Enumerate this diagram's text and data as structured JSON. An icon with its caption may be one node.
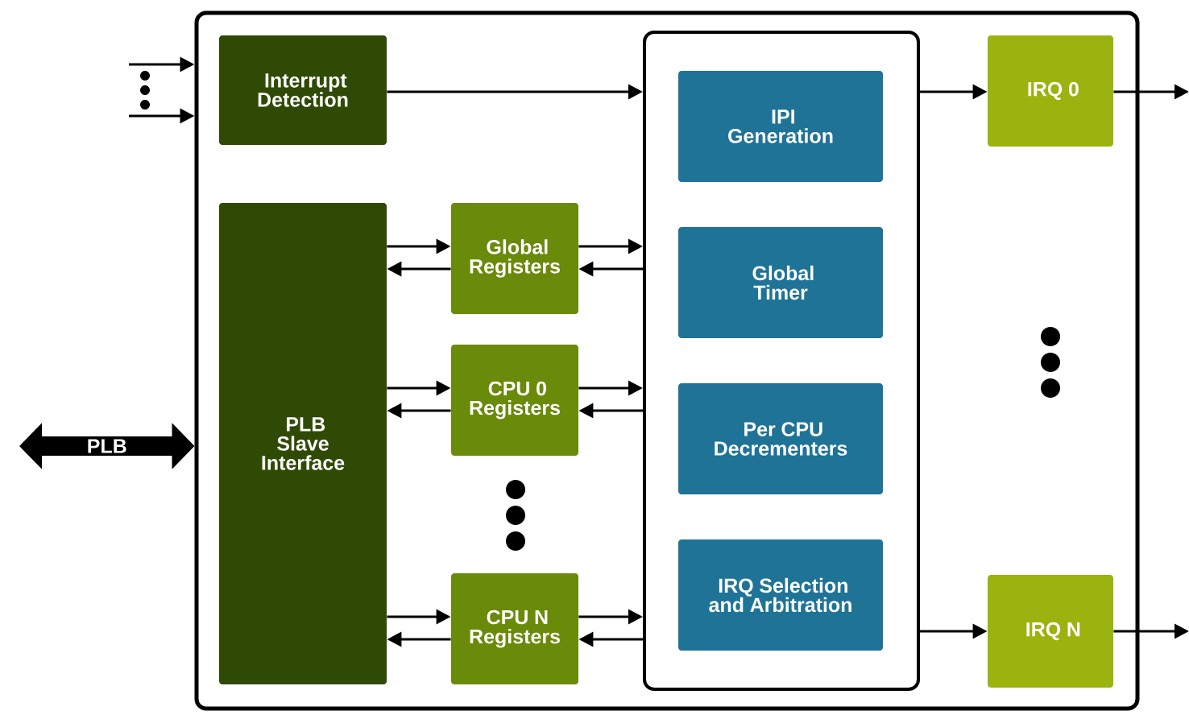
{
  "diagram": {
    "nodes": [
      {
        "text": [],
        "shape": "box"
      },
      {
        "text": [
          "Interrupt Detection"
        ],
        "in": 0
      },
      {
        "text": [
          "PLB Slave Interface"
        ],
        "in": 0
      },
      {
        "text": [
          "Global Registers"
        ],
        "in": 0
      },
      {
        "text": [
          "CPU 0 Registers"
        ],
        "in": 0
      },
      {
        "text": [
          "CPU N Registers"
        ],
        "in": 0
      },
      {
        "text": [],
        "shape": "box",
        "in": 0
      },
      {
        "text": [
          "IPI Generation"
        ],
        "in": 6
      },
      {
        "text": [
          "Global Timer"
        ],
        "in": 6
      },
      {
        "text": [
          "Per CPU Decrementers"
        ],
        "in": 6
      },
      {
        "text": [
          "IRQ Selection and Arbitration"
        ],
        "in": 6
      },
      {
        "text": [
          "IRQ 0"
        ],
        "in": 0
      },
      {
        "text": [
          "IRQ N"
        ],
        "in": 0
      }
    ],
    "edges": [
      {
        "from": null,
        "to": 0,
        "arrow": "to"
      },
      {
        "from": null,
        "to": 0,
        "arrow": "to"
      },
      {
        "from": null,
        "to": 0,
        "arrow": "both",
        "label": "PLB",
        "style": "thick"
      },
      {
        "from": 1,
        "to": 6,
        "arrow": "to"
      },
      {
        "from": 2,
        "to": 3,
        "arrow": "to"
      },
      {
        "from": 3,
        "to": 2,
        "arrow": "to"
      },
      {
        "from": 2,
        "to": 4,
        "arrow": "to"
      },
      {
        "from": 4,
        "to": 2,
        "arrow": "to"
      },
      {
        "from": 2,
        "to": 5,
        "arrow": "to"
      },
      {
        "from": 5,
        "to": 2,
        "arrow": "to"
      },
      {
        "from": 3,
        "to": 6,
        "arrow": "to"
      },
      {
        "from": 6,
        "to": 3,
        "arrow": "to"
      },
      {
        "from": 4,
        "to": 6,
        "arrow": "to"
      },
      {
        "from": 6,
        "to": 4,
        "arrow": "to"
      },
      {
        "from": 5,
        "to": 6,
        "arrow": "to"
      },
      {
        "from": 6,
        "to": 5,
        "arrow": "to"
      },
      {
        "from": 6,
        "to": 11,
        "arrow": "to"
      },
      {
        "from": 6,
        "to": 12,
        "arrow": "to"
      },
      {
        "from": 11,
        "to": null,
        "arrow": "to"
      },
      {
        "from": 12,
        "to": null,
        "arrow": "to"
      }
    ]
  }
}
